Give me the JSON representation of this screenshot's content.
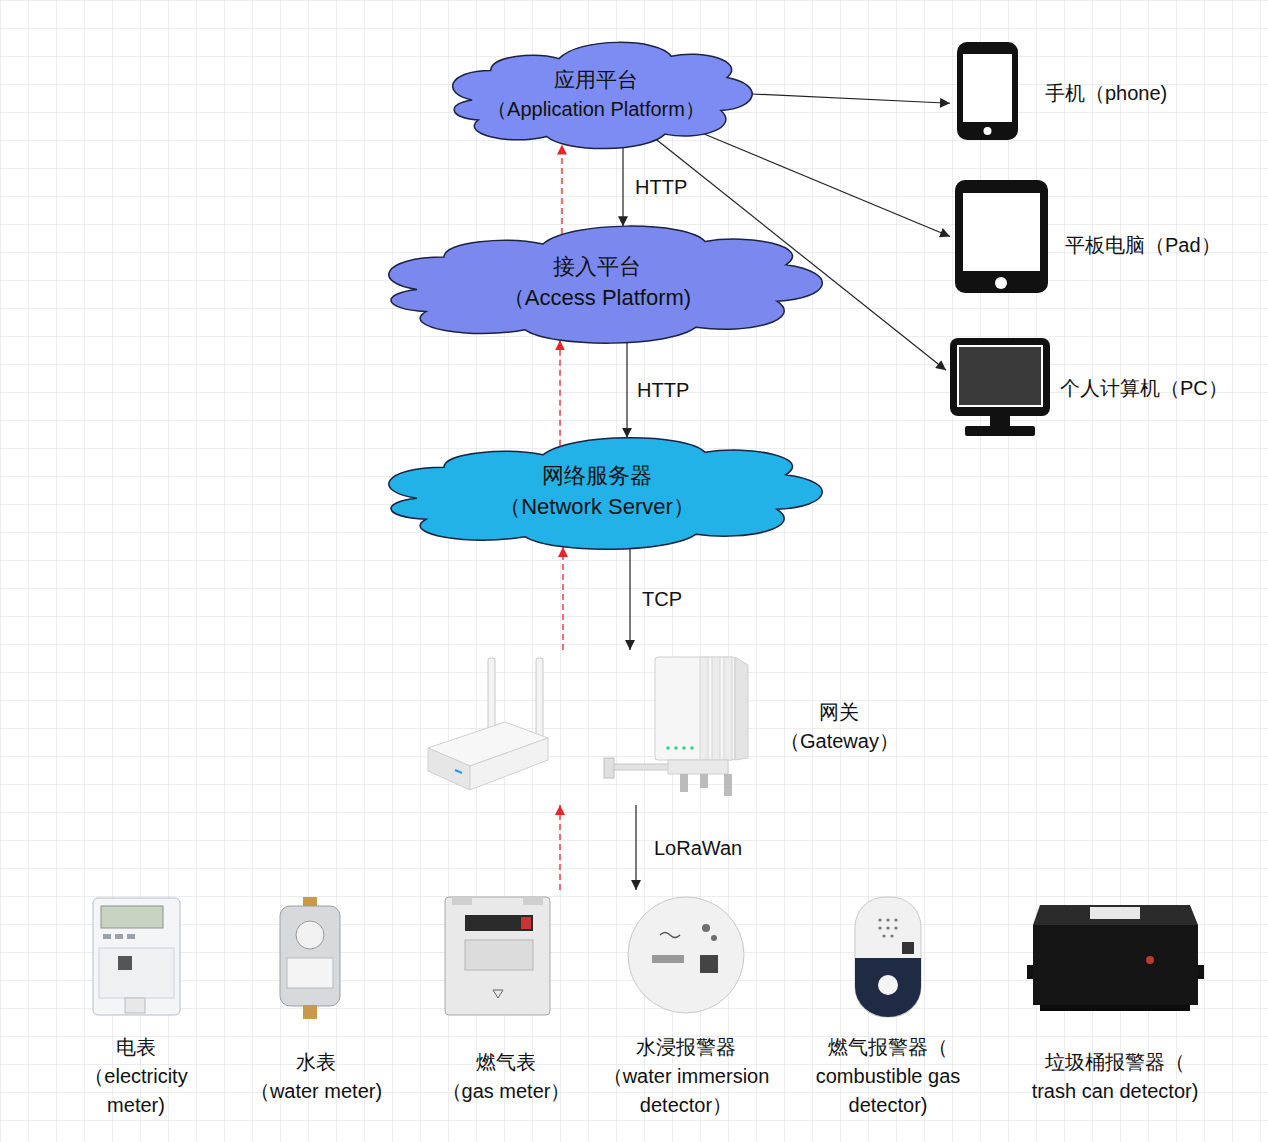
{
  "diagram": {
    "nodes": [
      {
        "text": [
          "应用平台",
          "（Application Platform）"
        ]
      },
      {
        "text": [
          "手机（phone)"
        ]
      },
      {
        "text": [
          "平板电脑（Pad）"
        ]
      },
      {
        "text": [
          "个人计算机（PC）"
        ]
      },
      {
        "text": [
          "接入平台",
          "（Access Platform)"
        ]
      },
      {
        "text": [
          "网络服务器",
          "（Network Server）"
        ]
      },
      {
        "text": [
          "网关",
          "（Gateway）"
        ]
      },
      {
        "text": [
          "电表",
          "（electricity meter)"
        ]
      },
      {
        "text": [
          "水表",
          "（water meter)"
        ]
      },
      {
        "text": [
          "燃气表",
          "（gas meter）"
        ]
      },
      {
        "text": [
          "水浸报警器",
          "（water immersion detector）"
        ]
      },
      {
        "text": [
          "燃气报警器（",
          "combustible gas detector)"
        ]
      },
      {
        "text": [
          "垃圾桶报警器（",
          "trash can detector)"
        ]
      }
    ],
    "edges": [
      {
        "from": 0,
        "to": 4,
        "label": "HTTP",
        "arrow": "to"
      },
      {
        "from": 4,
        "to": 0,
        "arrow": "to"
      },
      {
        "from": 4,
        "to": 5,
        "label": "HTTP",
        "arrow": "to"
      },
      {
        "from": 5,
        "to": 4,
        "arrow": "to"
      },
      {
        "from": 5,
        "to": 6,
        "label": "TCP",
        "arrow": "to"
      },
      {
        "from": 6,
        "to": 5,
        "arrow": "to"
      },
      {
        "from": 6,
        "to": 10,
        "label": "LoRaWan",
        "arrow": "to"
      },
      {
        "from": 9,
        "to": 6,
        "arrow": "to"
      },
      {
        "from": 0,
        "to": 1,
        "arrow": "to"
      },
      {
        "from": 0,
        "to": 2,
        "arrow": "to"
      },
      {
        "from": 0,
        "to": 3,
        "arrow": "to"
      }
    ]
  }
}
